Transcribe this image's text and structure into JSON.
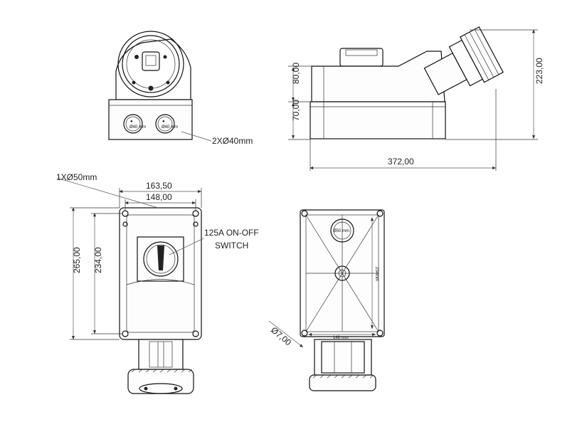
{
  "dimensions": {
    "top_pipe_label": "2XØ40mm",
    "side_height_upper": "80,00",
    "side_height_lower": "70,00",
    "side_total_height": "223,00",
    "side_length": "372,00",
    "front_pipe_label": "1XØ50mm",
    "front_outer_width": "163,50",
    "front_inner_width": "148,00",
    "front_outer_height": "265,00",
    "front_inner_height": "234,00",
    "back_hole_diameter": "Ø7,00",
    "back_inner_width": "148 mm",
    "back_inner_height": "234mm",
    "back_pipe_label": "Ø50 mm",
    "top_inner_label": "Ø40 mm"
  },
  "labels": {
    "switch_line1": "125A ON-OFF",
    "switch_line2": "SWITCH"
  }
}
